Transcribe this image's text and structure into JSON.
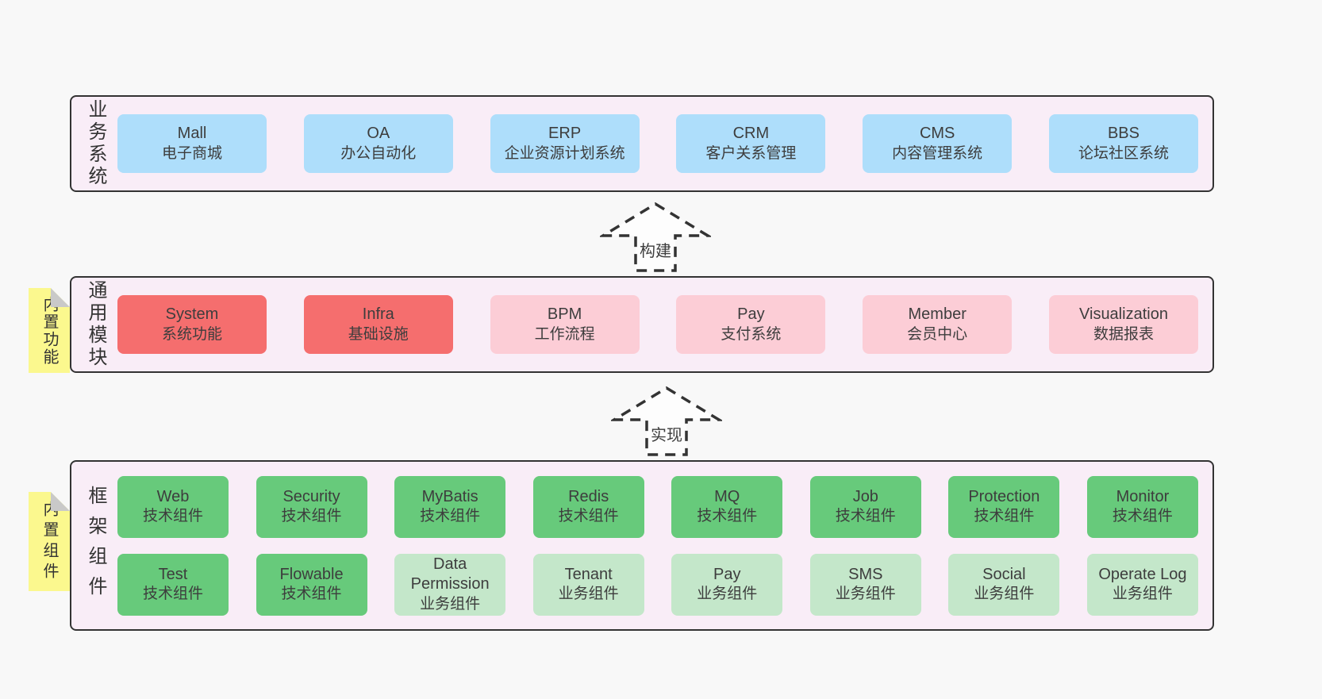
{
  "colors": {
    "page_bg": "#f8f8f8",
    "panel_bg": "#f9edf7",
    "panel_border": "#333333",
    "blue_box": "#aedefb",
    "red_box": "#f56e6e",
    "pink_box": "#fccdd6",
    "green_dark_box": "#67ca7b",
    "green_light_box": "#c4e7ca",
    "sticky_yellow": "#fbf88e",
    "sticky_fold_gray": "#c9c9c9",
    "arrow_stroke": "#333333"
  },
  "arrows": [
    {
      "label": "构建"
    },
    {
      "label": "实现"
    }
  ],
  "panels": [
    {
      "id": "business",
      "label": "业务系统",
      "boxes": [
        {
          "name": "Mall",
          "desc": "电子商城",
          "variant": "blue"
        },
        {
          "name": "OA",
          "desc": "办公自动化",
          "variant": "blue"
        },
        {
          "name": "ERP",
          "desc": "企业资源计划系统",
          "variant": "blue"
        },
        {
          "name": "CRM",
          "desc": "客户关系管理",
          "variant": "blue"
        },
        {
          "name": "CMS",
          "desc": "内容管理系统",
          "variant": "blue"
        },
        {
          "name": "BBS",
          "desc": "论坛社区系统",
          "variant": "blue"
        }
      ]
    },
    {
      "id": "common",
      "label": "通用模块",
      "sticky": "内置功能",
      "boxes": [
        {
          "name": "System",
          "desc": "系统功能",
          "variant": "red"
        },
        {
          "name": "Infra",
          "desc": "基础设施",
          "variant": "red"
        },
        {
          "name": "BPM",
          "desc": "工作流程",
          "variant": "pink"
        },
        {
          "name": "Pay",
          "desc": "支付系统",
          "variant": "pink"
        },
        {
          "name": "Member",
          "desc": "会员中心",
          "variant": "pink"
        },
        {
          "name": "Visualization",
          "desc": "数据报表",
          "variant": "pink"
        }
      ]
    },
    {
      "id": "framework",
      "label": "框架组件",
      "sticky": "内置组件",
      "rows": [
        [
          {
            "name": "Web",
            "desc": "技术组件",
            "variant": "green-dark"
          },
          {
            "name": "Security",
            "desc": "技术组件",
            "variant": "green-dark"
          },
          {
            "name": "MyBatis",
            "desc": "技术组件",
            "variant": "green-dark"
          },
          {
            "name": "Redis",
            "desc": "技术组件",
            "variant": "green-dark"
          },
          {
            "name": "MQ",
            "desc": "技术组件",
            "variant": "green-dark"
          },
          {
            "name": "Job",
            "desc": "技术组件",
            "variant": "green-dark"
          },
          {
            "name": "Protection",
            "desc": "技术组件",
            "variant": "green-dark"
          },
          {
            "name": "Monitor",
            "desc": "技术组件",
            "variant": "green-dark"
          }
        ],
        [
          {
            "name": "Test",
            "desc": "技术组件",
            "variant": "green-dark"
          },
          {
            "name": "Flowable",
            "desc": "技术组件",
            "variant": "green-dark"
          },
          {
            "name": "Data Permission",
            "desc": "业务组件",
            "variant": "green-light"
          },
          {
            "name": "Tenant",
            "desc": "业务组件",
            "variant": "green-light"
          },
          {
            "name": "Pay",
            "desc": "业务组件",
            "variant": "green-light"
          },
          {
            "name": "SMS",
            "desc": "业务组件",
            "variant": "green-light"
          },
          {
            "name": "Social",
            "desc": "业务组件",
            "variant": "green-light"
          },
          {
            "name": "Operate Log",
            "desc": "业务组件",
            "variant": "green-light"
          }
        ]
      ]
    }
  ]
}
